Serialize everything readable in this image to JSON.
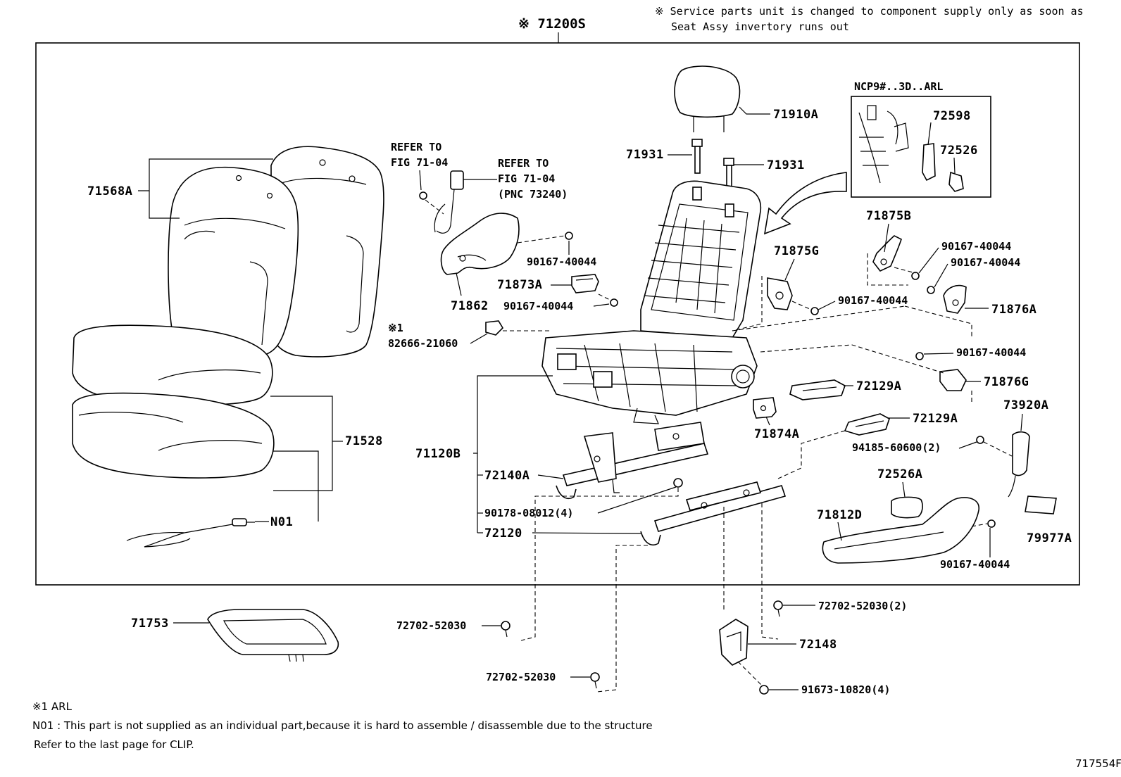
{
  "header": {
    "assembly_label": "※ 71200S",
    "service_note_line1": "※ Service parts unit is changed to component supply only as soon as",
    "service_note_line2": "Seat Assy invertory runs out"
  },
  "callouts": {
    "p71568A": "71568A",
    "p71528": "71528",
    "pN01": "N01",
    "refer1_line1": "REFER TO",
    "refer1_line2": "FIG 71-04",
    "refer2_line1": "REFER TO",
    "refer2_line2": "FIG 71-04",
    "refer2_line3": "(PNC 73240)",
    "p90167_a": "90167-40044",
    "p71862": "71862",
    "p71873A": "71873A",
    "p90167_b": "90167-40044",
    "mark1": "※1",
    "p82666": "82666-21060",
    "p71931_left": "71931",
    "p71931_right": "71931",
    "p71910A": "71910A",
    "inset_title": "NCP9#..3D..ARL",
    "p72598": "72598",
    "p72526": "72526",
    "p71875B": "71875B",
    "p71875G": "71875G",
    "p90167_c": "90167-40044",
    "p90167_d": "90167-40044",
    "p90167_e": "90167-40044",
    "p71876A": "71876A",
    "p90167_f": "90167-40044",
    "p71876G": "71876G",
    "p72129A_1": "72129A",
    "p72129A_2": "72129A",
    "p71874A": "71874A",
    "p73920A": "73920A",
    "p94185": "94185-60600(2)",
    "p71120B": "71120B",
    "p72140A": "72140A",
    "p90178": "90178-08012(4)",
    "p72120": "72120",
    "p72526A": "72526A",
    "p71812D": "71812D",
    "p79977A": "79977A",
    "p90167_g": "90167-40044",
    "p71753": "71753",
    "p72702_a": "72702-52030",
    "p72702_b": "72702-52030",
    "p72702_c": "72702-52030(2)",
    "p72148": "72148",
    "p91673": "91673-10820(4)"
  },
  "footer": {
    "note1": "※1  ARL",
    "note2": "N01 : This part is not supplied as an individual part,because it is hard to assemble / disassemble due to the structure",
    "note3": "Refer to the last page for CLIP.",
    "figure_id": "717554F"
  }
}
